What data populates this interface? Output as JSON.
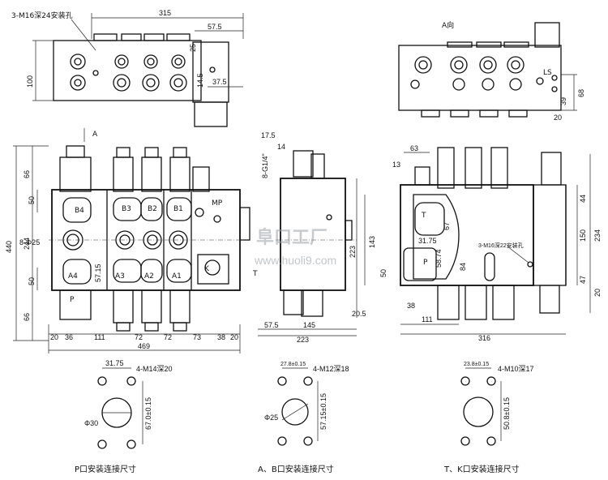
{
  "top_left_view": {
    "hole_note": "3-M16深24安装孔",
    "dims": {
      "width": "315",
      "d1": "57.5",
      "d2": "25",
      "height": "100",
      "d3": "14.5",
      "d4": "37.5"
    }
  },
  "top_right_view": {
    "title": "A向",
    "port_label": "LS",
    "dims": {
      "d1": "68",
      "d2": "39",
      "d3": "20"
    }
  },
  "front_view": {
    "arrow_label": "A",
    "mp_label": "MP",
    "ports": {
      "b4": "B4",
      "b3": "B3",
      "b2": "B2",
      "b1": "B1",
      "a4": "A4",
      "a3": "A3",
      "a2": "A2",
      "a1": "A1",
      "k": "K",
      "p": "P"
    },
    "dims": {
      "total_height": "440",
      "top": "66",
      "d50a": "50",
      "d244": "244",
      "phi": "8-Φ25",
      "d50b": "50",
      "bottom": "66",
      "d57": "57.15",
      "b20a": "20",
      "b36": "36",
      "b111": "111",
      "b72a": "72",
      "b72b": "72",
      "b73": "73",
      "b38": "38",
      "b20b": "20",
      "total_width": "469"
    }
  },
  "side_view": {
    "dims": {
      "d175": "17.5",
      "g14": "8-G1/4\"",
      "d14": "14",
      "d223v": "223",
      "d205": "20.5",
      "d575": "57.5",
      "d145": "145",
      "d223h": "223"
    },
    "t_label": "T"
  },
  "right_view": {
    "ports": {
      "p": "P",
      "t": "T"
    },
    "hole_note": "3-M16深22安装孔",
    "dims": {
      "d63": "63",
      "d13": "13",
      "d67": "67",
      "d143": "143",
      "d50": "50",
      "d587": "58.74",
      "d84": "84",
      "d38": "38",
      "d3175": "31.75",
      "d111": "111",
      "d316": "316",
      "d44a": "44",
      "d150": "150",
      "d234": "234",
      "d47": "47",
      "d20": "20"
    }
  },
  "details": [
    {
      "caption": "P口安装连接尺寸",
      "thread": "4-M14深20",
      "hdim": "31.75",
      "vdim": "67.0±0.15",
      "phi": "Φ30"
    },
    {
      "caption": "A、B口安装连接尺寸",
      "thread": "4-M12深18",
      "hdim": "27.8±0.15",
      "vdim": "57.15±0.15",
      "phi": "Φ25"
    },
    {
      "caption": "T、K口安装连接尺寸",
      "thread": "4-M10深17",
      "hdim": "23.8±0.15",
      "vdim": "50.8±0.15",
      "phi": ""
    }
  ],
  "watermark": {
    "cn": "阜口工厂",
    "url": "www.huoli9.com"
  }
}
